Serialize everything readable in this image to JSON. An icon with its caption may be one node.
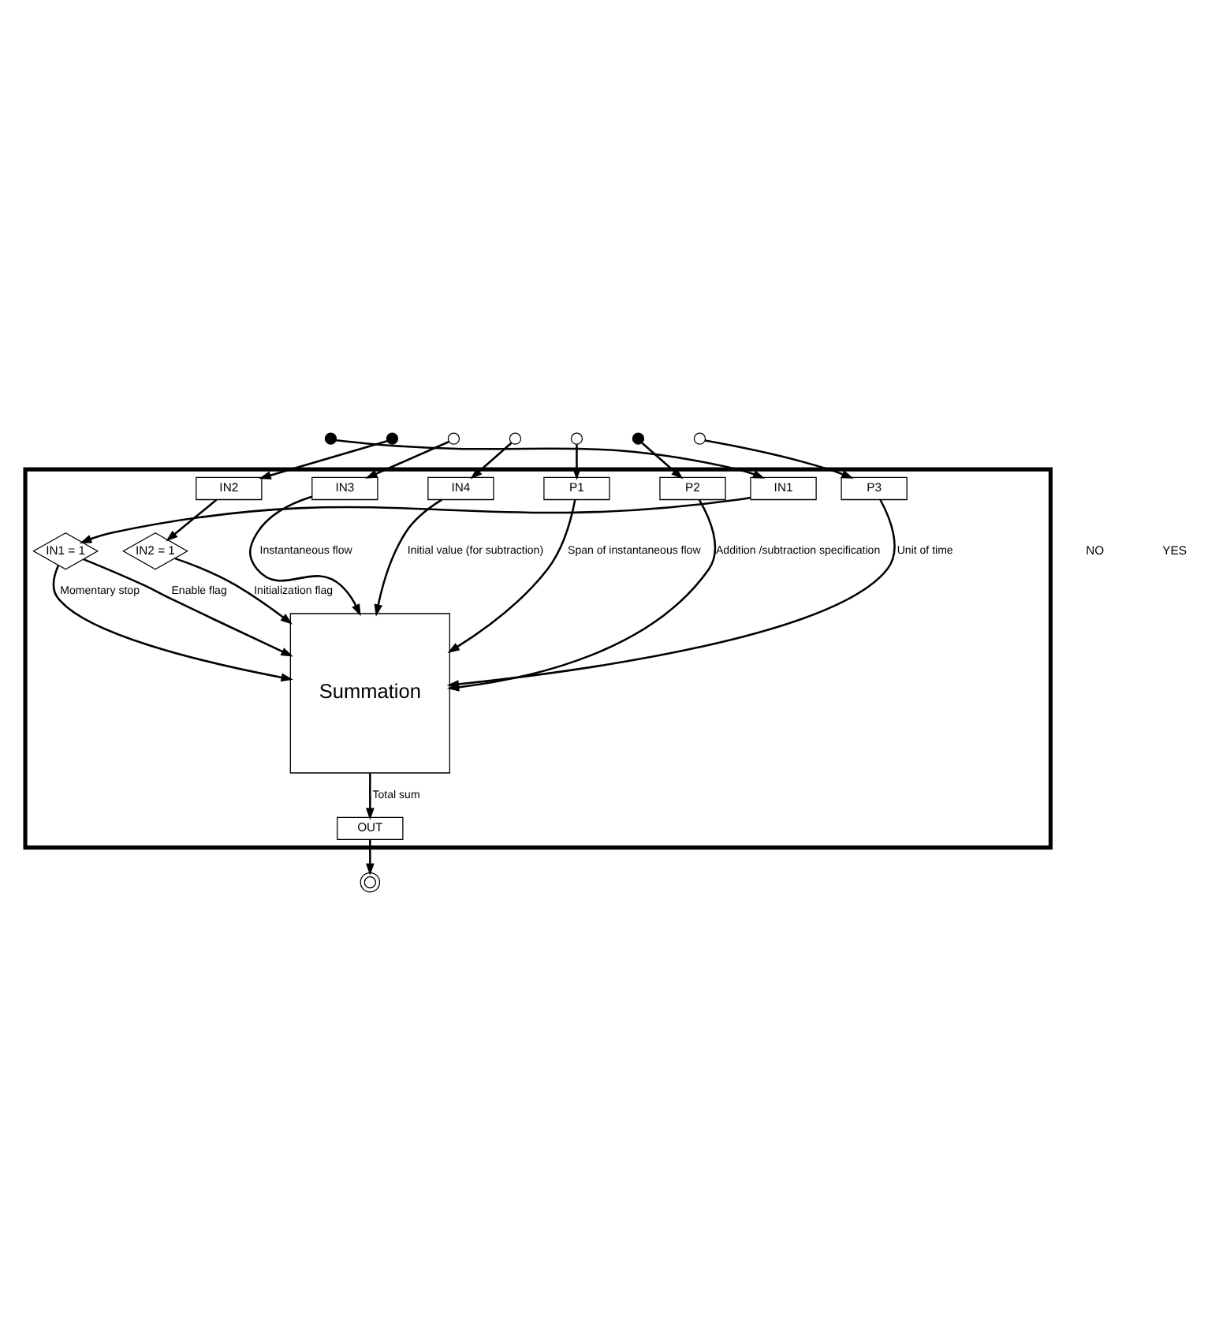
{
  "diagram": {
    "nodes": [
      {
        "text": [],
        "shape": "box"
      },
      {
        "text": [],
        "shape": "circle"
      },
      {
        "text": [],
        "shape": "circle"
      },
      {
        "text": [],
        "shape": "circle"
      },
      {
        "text": [],
        "shape": "circle"
      },
      {
        "text": [
          "IN1"
        ],
        "in": 0
      },
      {
        "text": [
          "IN2"
        ],
        "in": 0
      },
      {
        "text": [
          "IN3"
        ],
        "in": 0
      },
      {
        "text": [
          "IN4"
        ],
        "in": 0
      },
      {
        "text": [
          "IN1 = 1"
        ],
        "in": 0
      },
      {
        "text": [
          "IN2 = 1"
        ],
        "in": 0
      },
      {
        "text": [
          "Summation"
        ],
        "in": 0
      },
      {
        "text": [
          "P1"
        ],
        "in": 0
      },
      {
        "text": [
          "P2"
        ],
        "in": 0
      },
      {
        "text": [
          "P3"
        ],
        "in": 0
      },
      {
        "text": [
          "OUT"
        ],
        "in": 0
      },
      {
        "text": [],
        "shape": "circle"
      },
      {
        "text": [],
        "shape": "circle"
      },
      {
        "text": [],
        "shape": "circle"
      },
      {
        "text": [],
        "shape": "circle"
      }
    ],
    "edges": [
      {
        "from": 1,
        "to": 5,
        "arrow": "to"
      },
      {
        "from": 2,
        "to": 6,
        "arrow": "to"
      },
      {
        "from": 3,
        "to": 7,
        "arrow": "to"
      },
      {
        "from": 4,
        "to": 8,
        "arrow": "to"
      },
      {
        "from": 5,
        "to": 9,
        "arrow": "to"
      },
      {
        "from": 9,
        "to": 11,
        "arrow": "to",
        "label": "Momentary stop"
      },
      {
        "from": 9,
        "to": 11,
        "arrow": "to",
        "label": "Enable flag"
      },
      {
        "from": 6,
        "to": 10,
        "arrow": "to"
      },
      {
        "from": 10,
        "to": 11,
        "arrow": "to",
        "label": "Initialization flag"
      },
      {
        "from": 7,
        "to": 11,
        "arrow": "to",
        "label": "Instantaneous flow"
      },
      {
        "from": 8,
        "to": 11,
        "arrow": "to",
        "label": "Initial value (for subtraction)"
      },
      {
        "from": 12,
        "to": 11,
        "arrow": "to",
        "label": "Span of instantaneous flow"
      },
      {
        "from": 13,
        "to": 11,
        "arrow": "to",
        "label": "Addition /subtraction specification"
      },
      {
        "from": 14,
        "to": 11,
        "arrow": "to",
        "label": "Unit of time"
      },
      {
        "from": 16,
        "to": 12,
        "arrow": "to"
      },
      {
        "from": 17,
        "to": 13,
        "arrow": "to"
      },
      {
        "from": 18,
        "to": 14,
        "arrow": "to"
      },
      {
        "from": 11,
        "to": 15,
        "arrow": "to",
        "label": "Total sum"
      },
      {
        "from": 15,
        "to": 19,
        "arrow": "to"
      }
    ],
    "labels": [
      "NO",
      "YES"
    ]
  }
}
